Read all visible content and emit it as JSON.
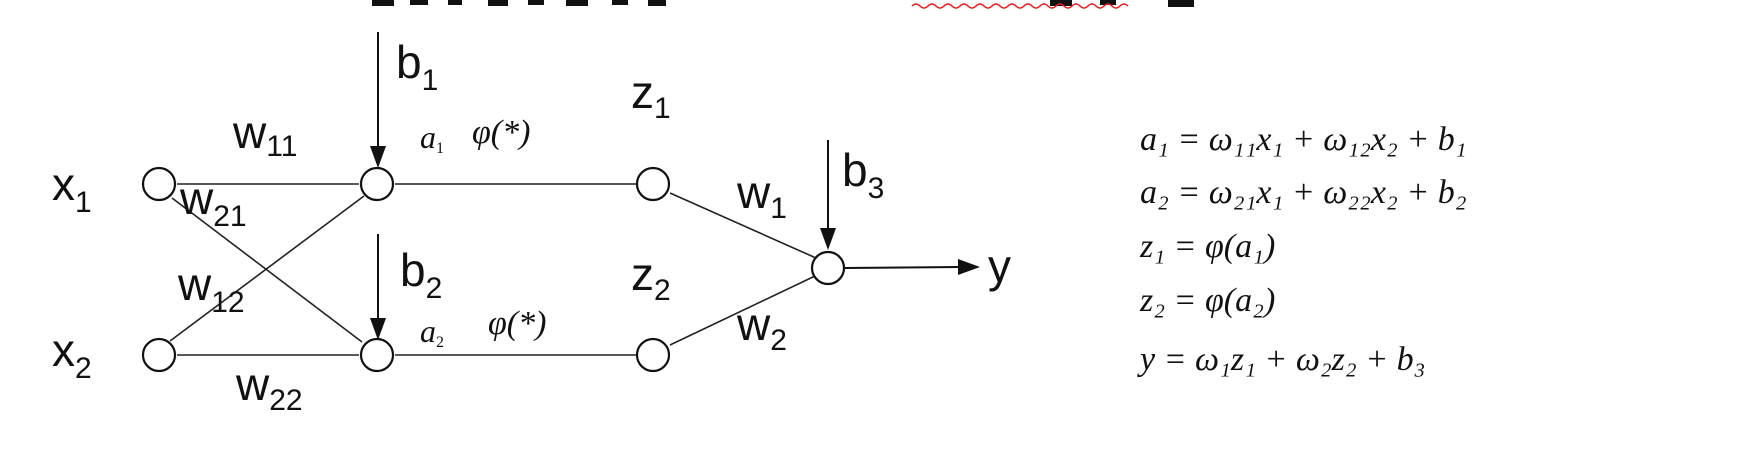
{
  "diagram": {
    "inputs": [
      {
        "base": "x",
        "sub": "1"
      },
      {
        "base": "x",
        "sub": "2"
      }
    ],
    "weights": {
      "w11": {
        "base": "w",
        "sub": "11"
      },
      "w21": {
        "base": "w",
        "sub": "21"
      },
      "w12": {
        "base": "w",
        "sub": "12"
      },
      "w22": {
        "base": "w",
        "sub": "22"
      },
      "w1": {
        "base": "w",
        "sub": "1"
      },
      "w2": {
        "base": "w",
        "sub": "2"
      }
    },
    "biases": [
      {
        "base": "b",
        "sub": "1"
      },
      {
        "base": "b",
        "sub": "2"
      },
      {
        "base": "b",
        "sub": "3"
      }
    ],
    "hidden_outputs": [
      {
        "base": "z",
        "sub": "1"
      },
      {
        "base": "z",
        "sub": "2"
      }
    ],
    "activations": [
      {
        "a_base": "a",
        "a_sub": "1",
        "phi": "φ(*)"
      },
      {
        "a_base": "a",
        "a_sub": "2",
        "phi": "φ(*)"
      }
    ],
    "output": "y"
  },
  "equations": [
    "a₁ = ω₁₁x₁ + ω₁₂x₂ + b₁",
    "a₂ = ω₂₁x₁ + ω₂₂x₂ + b₂",
    "z₁ = φ(a₁)",
    "z₂ = φ(a₂)",
    "y = ω₁z₁ + ω₂z₂ + b₃"
  ]
}
